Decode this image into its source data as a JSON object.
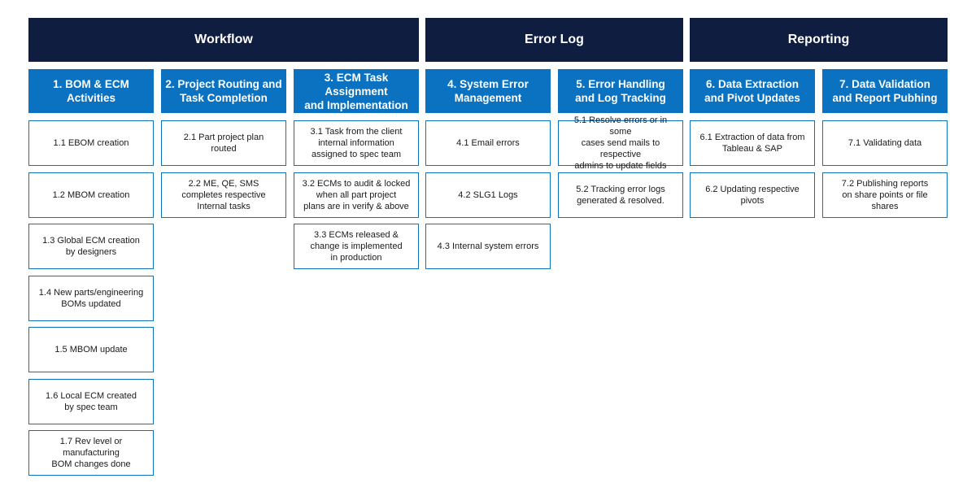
{
  "groups": [
    {
      "title": "Workflow"
    },
    {
      "title": "Error Log"
    },
    {
      "title": "Reporting"
    }
  ],
  "columns": [
    {
      "header": "1. BOM & ECM\nActivities",
      "items": [
        "1.1 EBOM creation",
        "1.2 MBOM creation",
        "1.3 Global ECM creation\nby designers",
        "1.4 New parts/engineering\nBOMs updated",
        "1.5 MBOM update",
        "1.6 Local ECM created\nby spec team",
        "1.7 Rev level or\nmanufacturing\nBOM changes done"
      ]
    },
    {
      "header": "2. Project Routing and\nTask Completion",
      "items": [
        "2.1 Part project plan\nrouted",
        "2.2 ME, QE,  SMS\ncompletes respective\nInternal tasks"
      ]
    },
    {
      "header": "3. ECM Task\nAssignment\nand Implementation",
      "items": [
        "3.1 Task from the client\ninternal information\nassigned to spec team",
        "3.2 ECMs to audit & locked\nwhen all part project\nplans are in verify & above",
        "3.3 ECMs released &\nchange is implemented\nin production"
      ]
    },
    {
      "header": "4. System Error\nManagement",
      "items": [
        "4.1 Email errors",
        "4.2 SLG1 Logs",
        "4.3 Internal system errors"
      ]
    },
    {
      "header": "5. Error Handling\nand Log Tracking",
      "items": [
        "5.1 Resolve errors or in some\ncases send mails to respective\nadmins to update fields",
        "5.2 Tracking error logs\ngenerated & resolved."
      ]
    },
    {
      "header": "6. Data Extraction\nand Pivot Updates",
      "items": [
        "6.1 Extraction of data from\nTableau & SAP",
        "6.2 Updating respective\npivots"
      ]
    },
    {
      "header": "7. Data Validation\nand Report Pubhing",
      "items": [
        "7.1 Validating data",
        "7.2 Publishing reports\non share points or file shares"
      ]
    }
  ]
}
